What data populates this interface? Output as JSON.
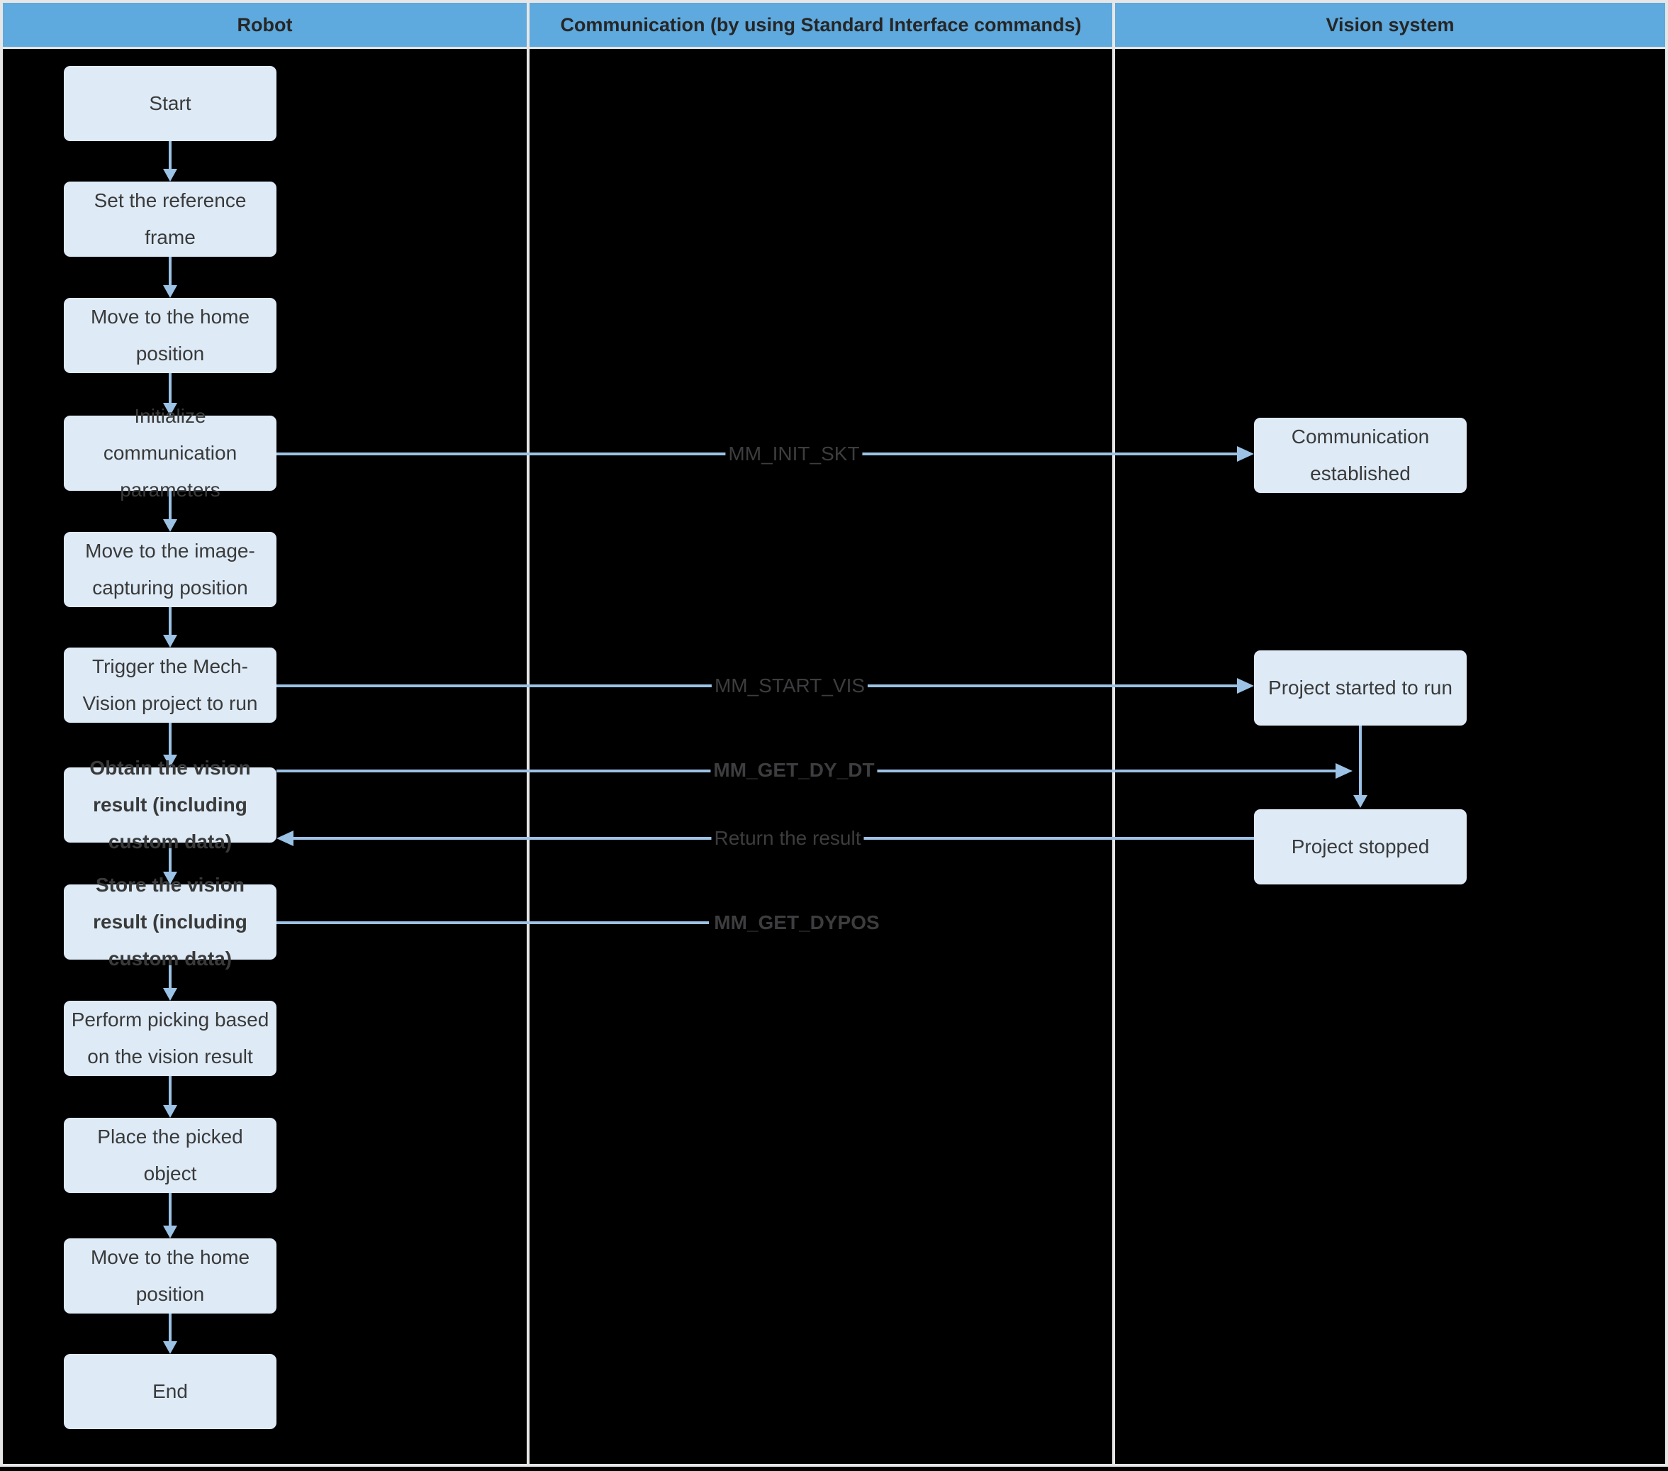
{
  "header": {
    "columns": [
      "Robot",
      "Communication (by using Standard Interface commands)",
      "Vision system"
    ]
  },
  "robot_flow": {
    "steps": [
      "Start",
      "Set the reference\nframe",
      "Move to the home\nposition",
      "Initialize\ncommunication\nparameters",
      "Move to the image-\ncapturing position",
      "Trigger the Mech-\nVision project to run",
      "Obtain the vision\nresult (including\ncustom data)",
      "Store the vision\nresult (including\ncustom data)",
      "Perform picking based\non the vision result",
      "Place the picked\nobject",
      "Move to the home\nposition",
      "End"
    ]
  },
  "vision_flow": {
    "steps": [
      "Communication\nestablished",
      "Project started to run",
      "Project stopped"
    ]
  },
  "messages": {
    "init_socket": "MM_INIT_SKT",
    "start_vision": "MM_START_VIS",
    "get_dy_dt": "MM_GET_DY_DT",
    "return_result": "Return the result",
    "get_dypos": "MM_GET_DYPOS"
  },
  "colors": {
    "header_bg": "#5EA9DE",
    "box_bg": "#DEEBF7",
    "arrow": "#9CC2E5",
    "divider": "#E7E6E6",
    "box_text": "#3A3A3A",
    "label_text": "#3D3D3F",
    "header_text": "#262626"
  }
}
